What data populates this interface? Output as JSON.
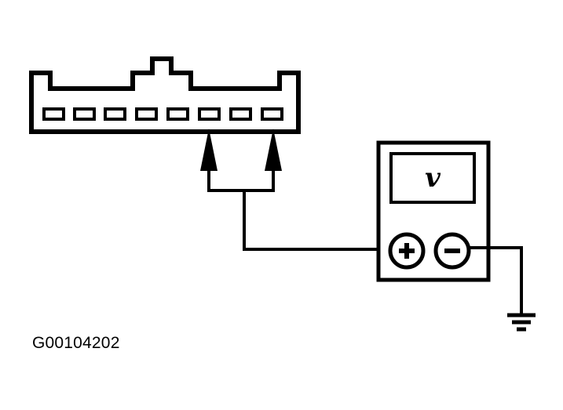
{
  "figure": {
    "id_label": "G00104202"
  },
  "meter": {
    "display_symbol": "v",
    "positive_terminal": "+",
    "negative_terminal": "−"
  },
  "connector": {
    "pin_count": 8,
    "probed_pins": [
      6,
      8
    ]
  },
  "icons": {
    "ground": "ground-symbol-icon",
    "probe": "arrow-up-probe-icon"
  }
}
